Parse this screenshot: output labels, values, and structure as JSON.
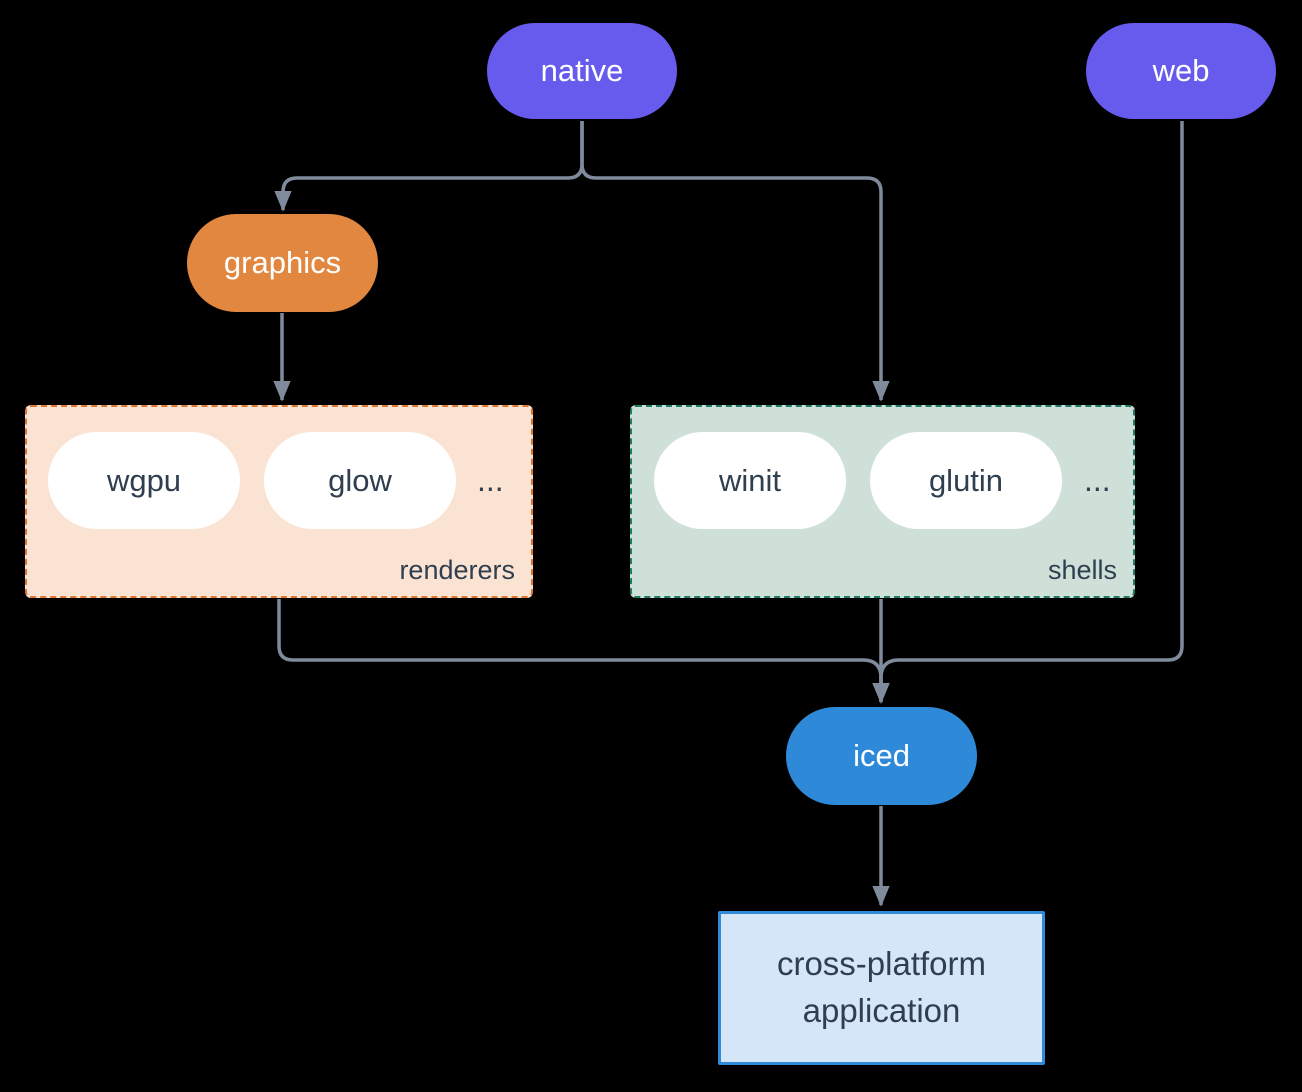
{
  "nodes": {
    "native": {
      "label": "native"
    },
    "web": {
      "label": "web"
    },
    "graphics": {
      "label": "graphics"
    },
    "iced": {
      "label": "iced"
    },
    "app": {
      "line1": "cross-platform",
      "line2": "application"
    }
  },
  "groups": {
    "renderers": {
      "label": "renderers",
      "items": [
        "wgpu",
        "glow"
      ],
      "more": "..."
    },
    "shells": {
      "label": "shells",
      "items": [
        "winit",
        "glutin"
      ],
      "more": "..."
    }
  },
  "colors": {
    "background": "#000000",
    "edge": "#7f8b9c",
    "node-purple": "#675bee",
    "node-orange": "#e2873f",
    "node-blue": "#2e89d8",
    "white-pill": "#ffffff",
    "dark-text": "#2f3f4f",
    "renderers-bg": "#fae3d3",
    "renderers-border": "#e0762e",
    "shells-bg": "#cfe0d8",
    "shells-border": "#1f7a68",
    "app-bg": "#d5e6f9",
    "app-border": "#2f8ad9"
  }
}
